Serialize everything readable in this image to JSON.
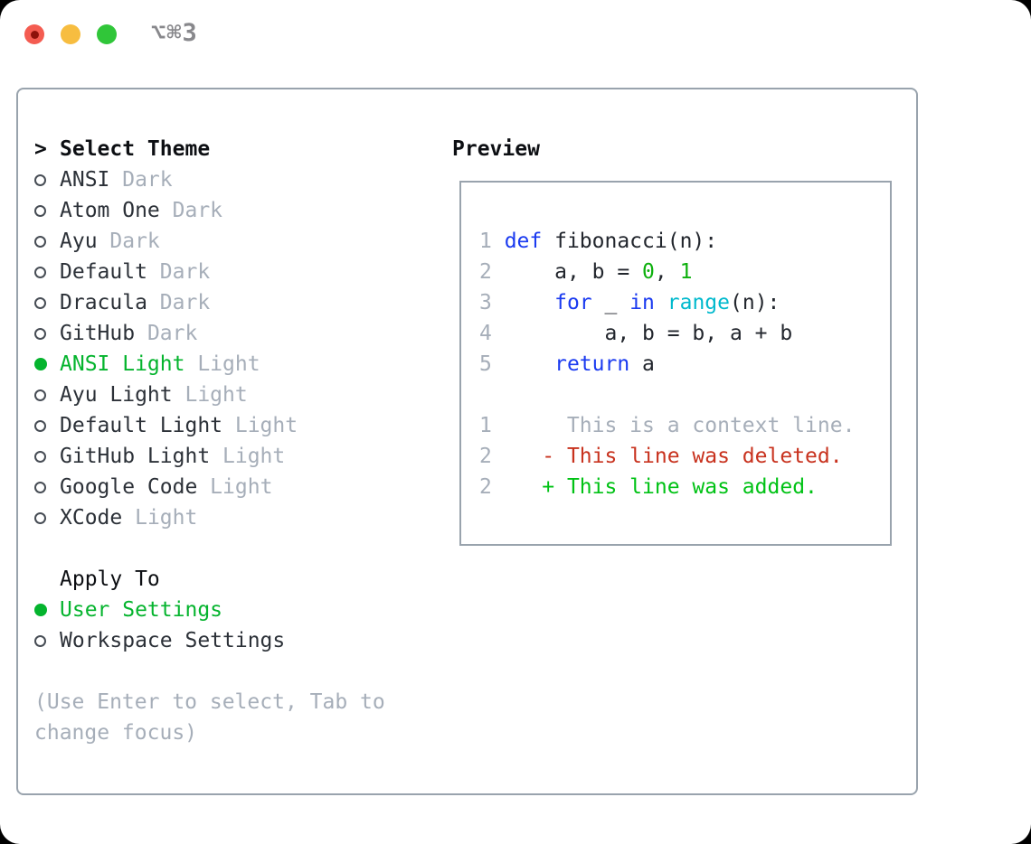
{
  "window": {
    "title": "⌥⌘3"
  },
  "colors": {
    "background": "#000000",
    "window_bg": "#ffffff",
    "border": "#99a3ad",
    "fg": "#2c3138",
    "code_fg": "#22262d",
    "header_fg": "#0d0f13",
    "muted": "#a6aeb9",
    "radio_ring": "#474d55",
    "green": "#05b42e",
    "green_add": "#00c215",
    "green_num": "#0db00d",
    "blue": "#1a3af0",
    "cyan": "#00b9cd",
    "red": "#c8321e",
    "title_gray": "#88888c",
    "light_red": "#f45c51",
    "light_red_dot": "#8e120b",
    "light_yellow": "#f7bd40",
    "light_green": "#30c639"
  },
  "left": {
    "header": {
      "prefix": ">",
      "label": "Select Theme"
    },
    "themes": [
      {
        "name": "ANSI",
        "variant": "Dark",
        "selected": false
      },
      {
        "name": "Atom One",
        "variant": "Dark",
        "selected": false
      },
      {
        "name": "Ayu",
        "variant": "Dark",
        "selected": false
      },
      {
        "name": "Default",
        "variant": "Dark",
        "selected": false
      },
      {
        "name": "Dracula",
        "variant": "Dark",
        "selected": false
      },
      {
        "name": "GitHub",
        "variant": "Dark",
        "selected": false
      },
      {
        "name": "ANSI Light",
        "variant": "Light",
        "selected": true
      },
      {
        "name": "Ayu Light",
        "variant": "Light",
        "selected": false
      },
      {
        "name": "Default Light",
        "variant": "Light",
        "selected": false
      },
      {
        "name": "GitHub Light",
        "variant": "Light",
        "selected": false
      },
      {
        "name": "Google Code",
        "variant": "Light",
        "selected": false
      },
      {
        "name": "XCode",
        "variant": "Light",
        "selected": false
      }
    ],
    "apply_to": {
      "header": "Apply To",
      "options": [
        {
          "label": "User Settings",
          "selected": true
        },
        {
          "label": "Workspace Settings",
          "selected": false
        }
      ]
    },
    "hint_lines": [
      "(Use Enter to select, Tab to",
      "change focus)"
    ]
  },
  "preview": {
    "header": "Preview",
    "code_lines": [
      [
        {
          "c": "muted",
          "t": "1 "
        },
        {
          "c": "kw",
          "t": "def"
        },
        {
          "c": "fg",
          "t": " fibonacci(n):"
        }
      ],
      [
        {
          "c": "muted",
          "t": "2 "
        },
        {
          "c": "fg",
          "t": "    a, b = "
        },
        {
          "c": "num",
          "t": "0"
        },
        {
          "c": "fg",
          "t": ", "
        },
        {
          "c": "num",
          "t": "1"
        }
      ],
      [
        {
          "c": "muted",
          "t": "3 "
        },
        {
          "c": "fg",
          "t": "    "
        },
        {
          "c": "kw",
          "t": "for"
        },
        {
          "c": "fg",
          "t": " _ "
        },
        {
          "c": "kw",
          "t": "in"
        },
        {
          "c": "fg",
          "t": " "
        },
        {
          "c": "fn",
          "t": "range"
        },
        {
          "c": "fg",
          "t": "(n):"
        }
      ],
      [
        {
          "c": "muted",
          "t": "4 "
        },
        {
          "c": "fg",
          "t": "        a, b = b, a + b"
        }
      ],
      [
        {
          "c": "muted",
          "t": "5 "
        },
        {
          "c": "fg",
          "t": "    "
        },
        {
          "c": "kw",
          "t": "return"
        },
        {
          "c": "fg",
          "t": " a"
        }
      ],
      [],
      [
        {
          "c": "muted",
          "t": "1      This is a context line."
        }
      ],
      [
        {
          "c": "muted",
          "t": "2    "
        },
        {
          "c": "del",
          "t": "- This line was deleted."
        }
      ],
      [
        {
          "c": "muted",
          "t": "2    "
        },
        {
          "c": "add",
          "t": "+ This line was added."
        }
      ]
    ]
  }
}
